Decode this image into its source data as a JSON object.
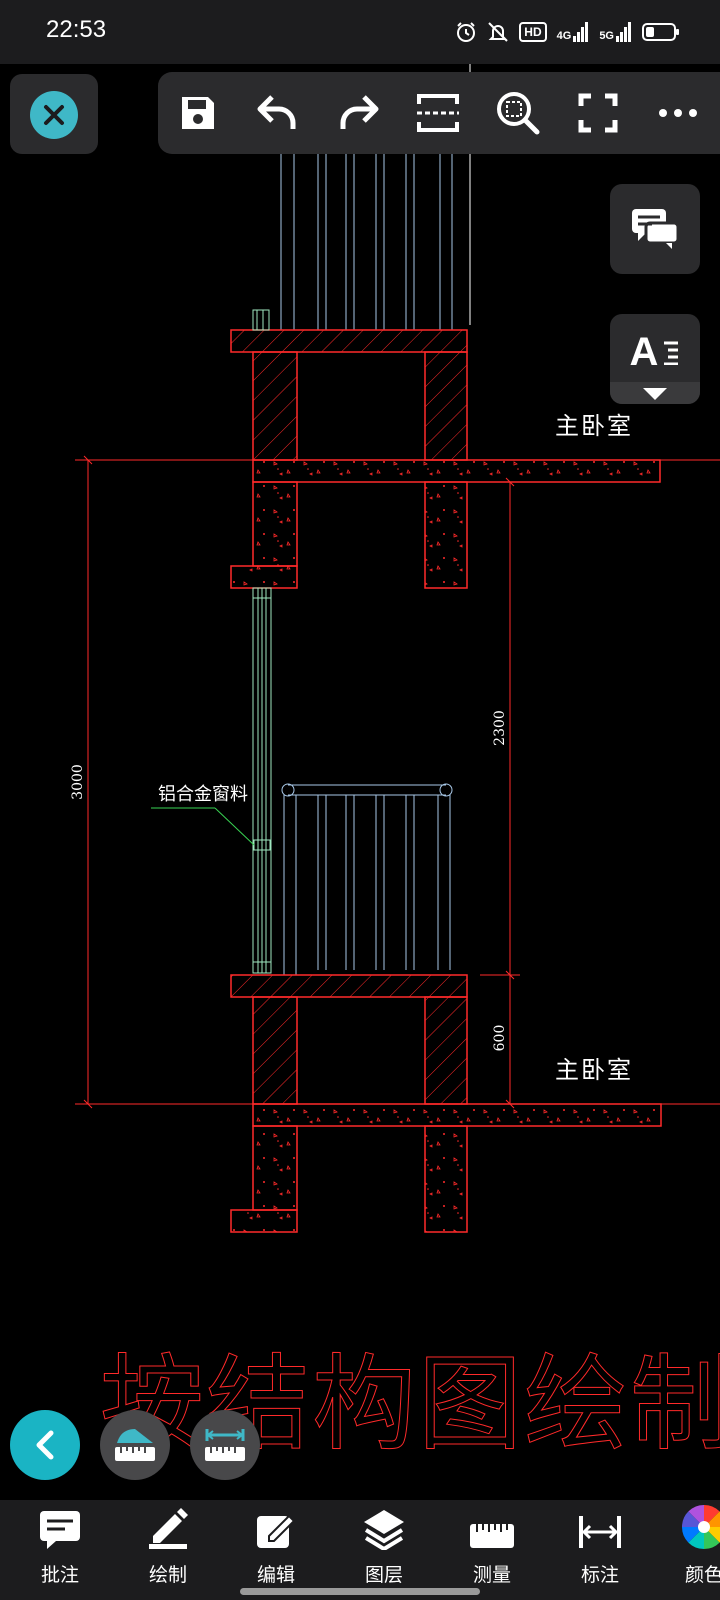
{
  "status_bar": {
    "time": "22:53",
    "hd_badge": "HD",
    "net1": "4G",
    "net2": "5G"
  },
  "toolbar": {
    "tools": [
      {
        "name": "save-icon"
      },
      {
        "name": "undo-icon"
      },
      {
        "name": "redo-icon"
      },
      {
        "name": "crop-icon"
      },
      {
        "name": "zoom-extents-icon"
      },
      {
        "name": "fullscreen-icon"
      },
      {
        "name": "more-icon"
      }
    ]
  },
  "side_buttons": {
    "text_style_glyph": "A"
  },
  "drawing": {
    "room_label_top": "主卧室",
    "room_label_bottom": "主卧室",
    "dim_total": "3000",
    "dim_upper": "2300",
    "dim_lower": "600",
    "window_callout": "铝合金窗料",
    "watermark": "按结构图绘制",
    "colors": {
      "wall": "#ff2a2a",
      "window": "#9fe8c0",
      "railing": "#a8c8e8",
      "text": "#ffffff",
      "callout_line": "#39d353"
    }
  },
  "bottom_nav": {
    "items": [
      {
        "label": "批注",
        "icon": "annotation-icon"
      },
      {
        "label": "绘制",
        "icon": "pencil-icon"
      },
      {
        "label": "编辑",
        "icon": "edit-icon"
      },
      {
        "label": "图层",
        "icon": "layers-icon"
      },
      {
        "label": "测量",
        "icon": "ruler-icon"
      },
      {
        "label": "标注",
        "icon": "dimension-icon"
      },
      {
        "label": "颜色",
        "icon": "color-wheel-icon"
      }
    ]
  },
  "accent": "#1ab4c4"
}
